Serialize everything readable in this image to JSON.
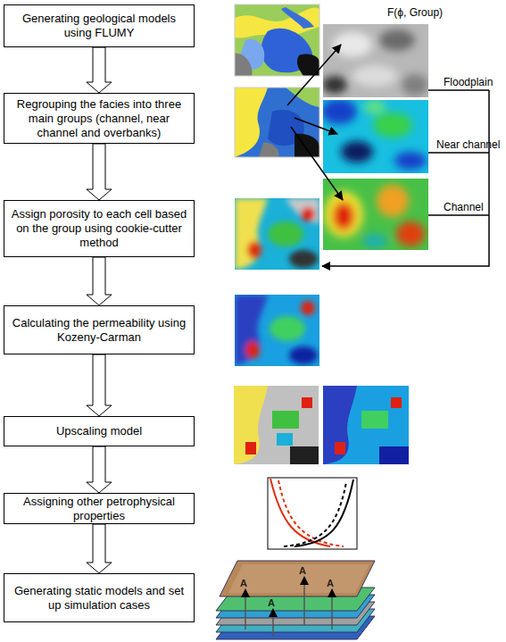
{
  "diagram": {
    "nodes": [
      {
        "text": [
          "Generating geological models using FLUMY"
        ]
      },
      {
        "text": [
          "Regrouping the facies into three main groups (channel, near channel and overbanks)"
        ]
      },
      {
        "text": [
          "Assign porosity to each cell based on the group using cookie-cutter method"
        ]
      },
      {
        "text": [
          "Calculating the permeability using Kozeny-Carman"
        ]
      },
      {
        "text": [
          "Upscaling model"
        ]
      },
      {
        "text": [
          "Assigning other petrophysical properties"
        ]
      },
      {
        "text": [
          "Generating static models and set up simulation cases"
        ]
      }
    ],
    "edges": [
      {
        "from": 0,
        "to": 1,
        "arrow": "to"
      },
      {
        "from": 1,
        "to": 2,
        "arrow": "to"
      },
      {
        "from": 2,
        "to": 3,
        "arrow": "to"
      },
      {
        "from": 3,
        "to": 4,
        "arrow": "to"
      },
      {
        "from": 4,
        "to": 5,
        "arrow": "to"
      },
      {
        "from": 5,
        "to": 6,
        "arrow": "to"
      }
    ],
    "labels": [
      "F(ϕ, Group)",
      "Floodplain",
      "Near channel",
      "Channel",
      "A",
      "A",
      "A",
      "A"
    ]
  }
}
